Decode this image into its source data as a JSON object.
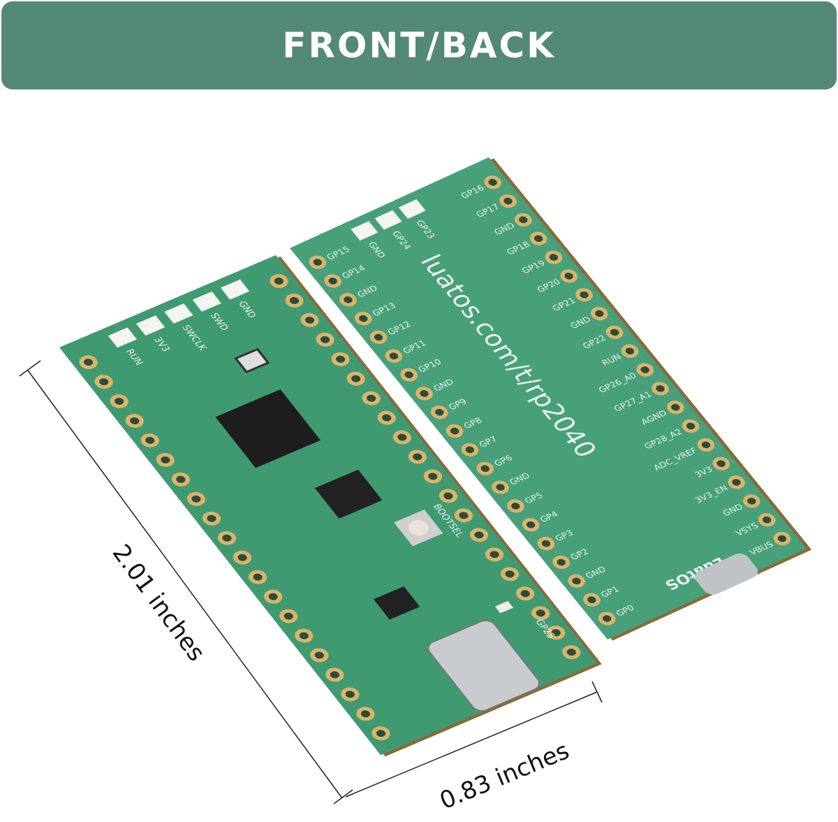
{
  "banner": {
    "title": "FRONT/BACK",
    "color": "#548877"
  },
  "dimensions": {
    "length": "2.01 inches",
    "width": "0.83 inches"
  },
  "front_board": {
    "header_labels": [
      "RUN",
      "3V3",
      "SWCLK",
      "SWD",
      "GND"
    ],
    "button_label": "BOOTSEL",
    "led_label": "GP25",
    "pcb_color": "#3f9a72"
  },
  "back_board": {
    "url": "luatos.com/t/rp2040",
    "brand": "LuatOS",
    "left_pins": [
      "GP15",
      "GP14",
      "GND",
      "GP13",
      "GP12",
      "GP11",
      "GP10",
      "GND",
      "GP9",
      "GP8",
      "GP7",
      "GP6",
      "GND",
      "GP5",
      "GP4",
      "GP3",
      "GP2",
      "GND",
      "GP1",
      "GP0"
    ],
    "right_pins": [
      "GP16",
      "GP17",
      "GND",
      "GP18",
      "GP19",
      "GP20",
      "GP21",
      "GND",
      "GP22",
      "RUN",
      "GP26_A0",
      "GP27_A1",
      "AGND",
      "GP28_A2",
      "ADC_VREF",
      "3V3",
      "3V3_EN",
      "GND",
      "VSYS",
      "VBUS"
    ],
    "top_labels": [
      "GND",
      "GP24",
      "GP23"
    ]
  }
}
